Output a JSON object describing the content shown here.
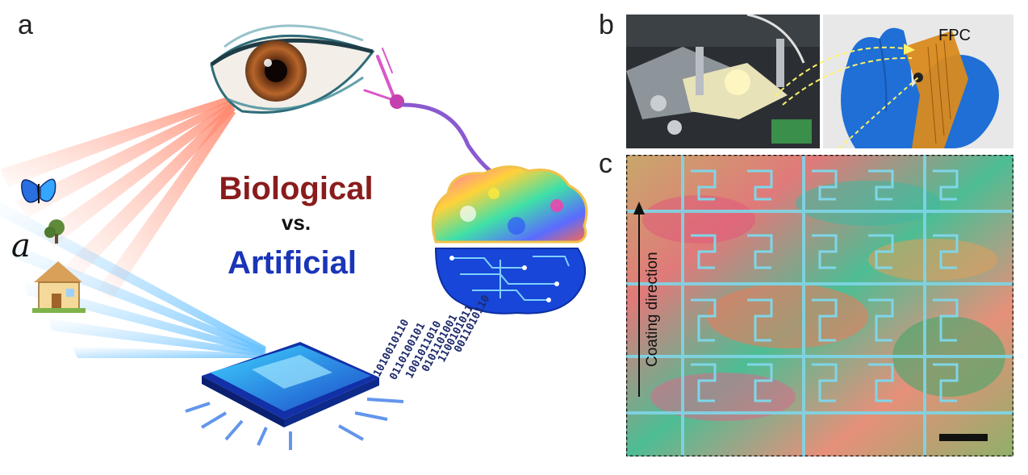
{
  "panels": {
    "a": "a",
    "b": "b",
    "c": "c"
  },
  "figure_a": {
    "title_top": "Biological",
    "title_mid": "vs.",
    "title_bottom": "Artificial",
    "letter_glyph": "a"
  },
  "figure_b": {
    "fpc_label": "FPC"
  },
  "figure_c": {
    "axis_label": "Coating direction"
  },
  "colors": {
    "biological": "#8a1c1c",
    "artificial": "#1a35b8",
    "glove": "#1f6fd6",
    "fpc": "#d98a1f"
  },
  "icons": [
    "eye-illustration",
    "neuron-illustration",
    "brain-illustration",
    "chip-illustration",
    "butterfly-icon",
    "tree-icon",
    "house-icon"
  ]
}
